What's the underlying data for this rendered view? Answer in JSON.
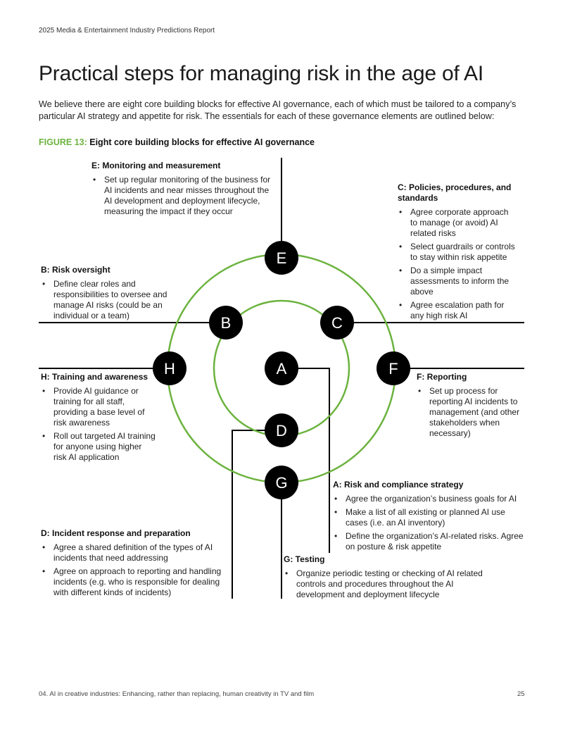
{
  "header": {
    "report_name": "2025 Media & Entertainment Industry Predictions Report"
  },
  "page_title": "Practical steps for managing risk in the age of AI",
  "intro": "We believe there are eight core building blocks for effective AI governance, each of which must be tailored to a company’s particular AI strategy and appetite for risk. The essentials for each of these governance elements are outlined below:",
  "figure": {
    "label": "FIGURE 13:",
    "caption": "Eight core building blocks for effective AI governance",
    "accent_color": "#6cb33f",
    "node_color": "#000000",
    "nodes": [
      {
        "id": "A",
        "letter": "A"
      },
      {
        "id": "B",
        "letter": "B"
      },
      {
        "id": "C",
        "letter": "C"
      },
      {
        "id": "D",
        "letter": "D"
      },
      {
        "id": "E",
        "letter": "E"
      },
      {
        "id": "F",
        "letter": "F"
      },
      {
        "id": "G",
        "letter": "G"
      },
      {
        "id": "H",
        "letter": "H"
      }
    ],
    "blocks": {
      "E": {
        "title": "E: Monitoring and measurement",
        "bullets": [
          "Set up regular monitoring of the business for AI incidents and near misses throughout the AI development and deployment lifecycle, measuring the impact if they occur"
        ]
      },
      "C": {
        "title": "C: Policies, procedures, and standards",
        "bullets": [
          "Agree corporate approach to manage (or avoid) AI related risks",
          "Select guardrails or controls to stay within risk appetite",
          "Do a simple impact assessments to inform the above",
          "Agree escalation path for any high risk AI"
        ]
      },
      "B": {
        "title": "B: Risk oversight",
        "bullets": [
          "Define clear roles and responsibilities to oversee and manage AI risks (could be an individual or a team)"
        ]
      },
      "H": {
        "title": "H: Training and awareness",
        "bullets": [
          "Provide AI guidance or training for all staff, providing a base level of risk awareness",
          "Roll out targeted AI training for anyone using higher risk AI application"
        ]
      },
      "F": {
        "title": "F: Reporting",
        "bullets": [
          "Set up process for reporting AI incidents to management (and other stakeholders when necessary)"
        ]
      },
      "A": {
        "title": "A: Risk and compliance strategy",
        "bullets": [
          "Agree the organization’s business goals for AI",
          "Make a list of all existing or planned AI use cases (i.e. an AI inventory)",
          "Define the organization’s AI-related risks. Agree on posture & risk appetite"
        ]
      },
      "D": {
        "title": "D: Incident response and preparation",
        "bullets": [
          "Agree a shared definition of the types of AI incidents that need addressing",
          "Agree on approach to reporting and handling incidents (e.g. who is responsible for dealing with different kinds of incidents)"
        ]
      },
      "G": {
        "title": "G: Testing",
        "bullets": [
          "Organize periodic testing or checking of AI related controls and procedures throughout the AI development and deployment lifecycle"
        ]
      }
    }
  },
  "footer": {
    "section": "04. AI in creative industries: Enhancing, rather than replacing, human creativity in TV and film",
    "page_number": "25"
  }
}
